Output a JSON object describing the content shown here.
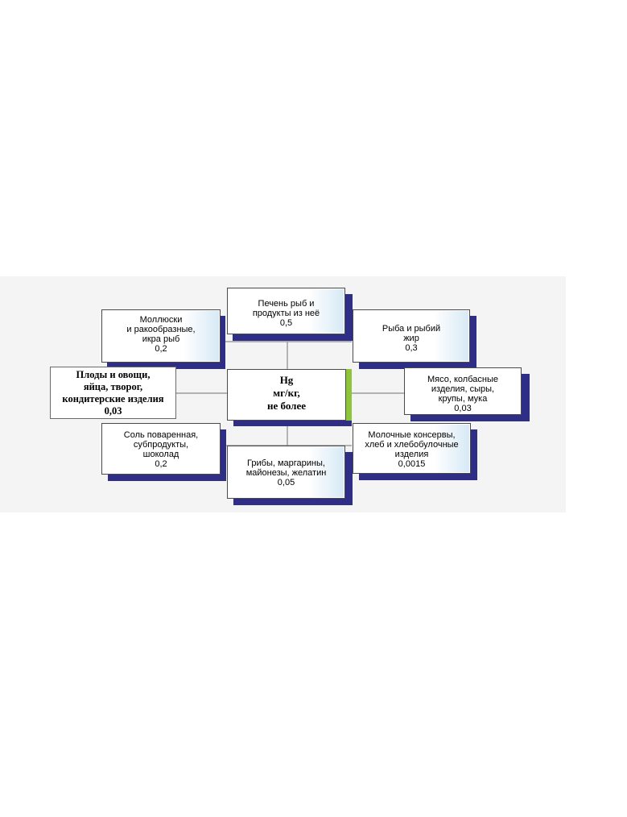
{
  "diagram": {
    "center": {
      "title": "Hg",
      "line2": "мг/кг,",
      "line3": "не более"
    },
    "boxes": {
      "top": {
        "line1": "Печень рыб и",
        "line2": "продукты из неё",
        "line3": "0,5"
      },
      "upper_left": {
        "line1": "Моллюски",
        "line2": "и ракообразные,",
        "line3": "икра рыб",
        "line4": "0,2"
      },
      "upper_right": {
        "line1": "Рыба и рыбий",
        "line2": "жир",
        "line3": "0,3"
      },
      "left": {
        "line1": "Плоды и овощи,",
        "line2": "яйца, творог,",
        "line3": "кондитерские изделия",
        "line4": "0,03"
      },
      "right": {
        "line1": "Мясо, колбасные",
        "line2": "изделия, сыры,",
        "line3": "крупы, мука",
        "line4": "0,03"
      },
      "lower_left": {
        "line1": "Соль поваренная,",
        "line2": "субпродукты,",
        "line3": "шоколад",
        "line4": "0,2"
      },
      "lower_right": {
        "line1": "Молочные консервы,",
        "line2": "хлеб и хлебобулочные",
        "line3": "изделия",
        "line4": "0,0015"
      },
      "bottom": {
        "line1": "Грибы, маргарины,",
        "line2": "майонезы, желатин",
        "line3": "0,05"
      }
    },
    "colors": {
      "box_shadow": "#2e2e86",
      "center_accent": "#8cc43a",
      "box_gradient": "#d7e9f5",
      "connector": "#8a8a8a"
    }
  }
}
